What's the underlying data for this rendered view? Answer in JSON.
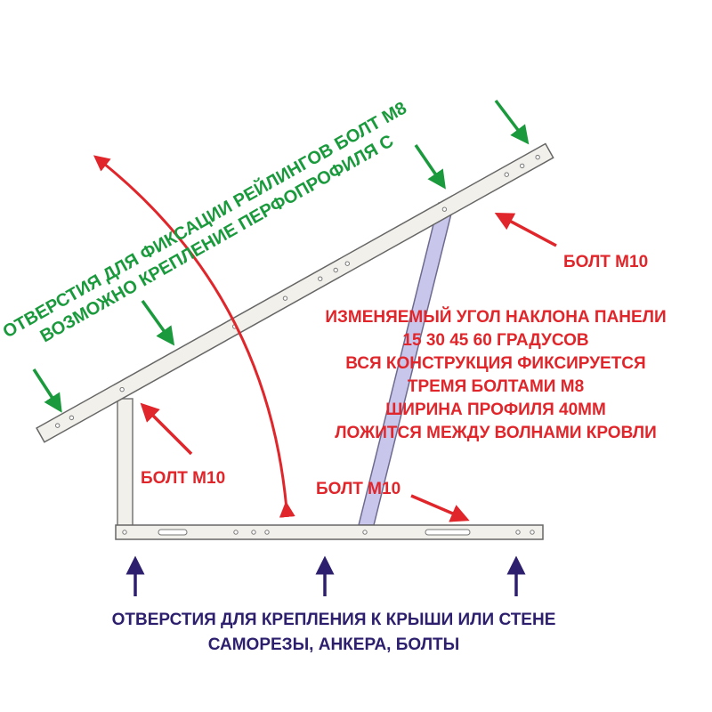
{
  "green_note": {
    "line1": "ОТВЕРСТИЯ ДЛЯ ФИКСАЦИИ РЕЙЛИНГОВ БОЛТ М8",
    "line2": "ВОЗМОЖНО КРЕПЛЕНИЕ ПЕРФОПРОФИЛЯ С"
  },
  "bolt_labels": {
    "right": "БОЛТ М10",
    "left": "БОЛТ М10",
    "base": "БОЛТ М10"
  },
  "red_note": [
    "ИЗМЕНЯЕМЫЙ УГОЛ НАКЛОНА ПАНЕЛИ",
    "15 30 45 60 ГРАДУСОВ",
    "ВСЯ КОНСТРУКЦИЯ ФИКСИРУЕТСЯ",
    "ТРЕМЯ БОЛТАМИ М8",
    "ШИРИНА ПРОФИЛЯ 40ММ",
    "ЛОЖИТСЯ МЕЖДУ ВОЛНАМИ КРОВЛИ"
  ],
  "bottom_note": {
    "line1": "ОТВЕРСТИЯ ДЛЯ КРЕПЛЕНИЯ К КРЫШИ ИЛИ СТЕНЕ",
    "line2": "САМОРЕЗЫ, АНКЕРА, БОЛТЫ"
  },
  "colors": {
    "green": "#1a9a3c",
    "red": "#e0262b",
    "purple": "#2d1f6e",
    "brace": "#c9c6ec"
  }
}
